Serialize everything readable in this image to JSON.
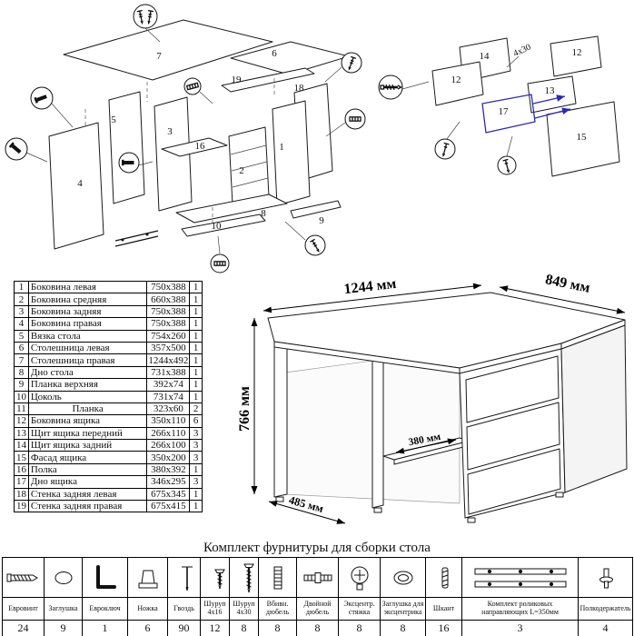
{
  "sheet": {
    "hardware_title": "Комплект фурнитуры для сборки стола"
  },
  "parts_table": {
    "rows": [
      [
        "1",
        "Боковина левая",
        "750x388",
        "1"
      ],
      [
        "2",
        "Боковина средняя",
        "660x388",
        "1"
      ],
      [
        "3",
        "Боковина задняя",
        "750x388",
        "1"
      ],
      [
        "4",
        "Боковина правая",
        "750x388",
        "1"
      ],
      [
        "5",
        "Вязка стола",
        "754x260",
        "1"
      ],
      [
        "6",
        "Столешница левая",
        "357x500",
        "1"
      ],
      [
        "7",
        "Столешница правая",
        "1244x492",
        "1"
      ],
      [
        "8",
        "Дно стола",
        "731x388",
        "1"
      ],
      [
        "9",
        "Планка верхняя",
        "392x74",
        "1"
      ],
      [
        "10",
        "Цоколь",
        "731x74",
        "1"
      ],
      [
        "11",
        "Планка",
        "323x60",
        "2"
      ],
      [
        "12",
        "Боковина ящика",
        "350x110",
        "6"
      ],
      [
        "13",
        "Щит ящика передний",
        "266x110",
        "3"
      ],
      [
        "14",
        "Щит ящика задний",
        "266x100",
        "3"
      ],
      [
        "15",
        "Фасад ящика",
        "350x200",
        "3"
      ],
      [
        "16",
        "Полка",
        "380x392",
        "1"
      ],
      [
        "17",
        "Дно ящика",
        "346x295",
        "3"
      ],
      [
        "18",
        "Стенка задняя левая",
        "675x345",
        "1"
      ],
      [
        "19",
        "Стенка задняя правая",
        "675x415",
        "1"
      ]
    ]
  },
  "dimensions": {
    "top_width": "1244 мм",
    "right_depth": "849 мм",
    "height": "766 мм",
    "shelf_depth": "380 мм",
    "left_depth": "485 мм"
  },
  "assembly_labels": {
    "p1": "1",
    "p2": "2",
    "p3": "3",
    "p4": "4",
    "p5": "5",
    "p6": "6",
    "p7": "7",
    "p8": "8",
    "p9": "9",
    "p10": "10",
    "p16": "16",
    "p18": "18",
    "p19": "19"
  },
  "drawer_labels": {
    "p12a": "12",
    "p12b": "12",
    "p13": "13",
    "p14": "14",
    "p15": "15",
    "p17": "17",
    "screw_note": "4x30"
  },
  "hardware_items": [
    {
      "icon": "euro-screw",
      "name": "Евровинт",
      "qty": "24"
    },
    {
      "icon": "plug",
      "name": "Заглушка",
      "qty": "9"
    },
    {
      "icon": "hex-key",
      "name": "Евроключ",
      "qty": "1"
    },
    {
      "icon": "leg",
      "name": "Ножка",
      "qty": "6"
    },
    {
      "icon": "nail",
      "name": "Гвоздь",
      "qty": "90"
    },
    {
      "icon": "screw-4x16",
      "name": "Шуруп 4x16",
      "qty": "12"
    },
    {
      "icon": "screw-4x30",
      "name": "Шуруп 4x30",
      "qty": "8"
    },
    {
      "icon": "drive-dowel",
      "name": "Вбивн. дюбель",
      "qty": "8"
    },
    {
      "icon": "double-dowel",
      "name": "Двойной дюбель",
      "qty": "8"
    },
    {
      "icon": "cam-lock",
      "name": "Эксцентр. стяжка",
      "qty": "8"
    },
    {
      "icon": "cam-plug",
      "name": "Заглушка для эксцентрика",
      "qty": "8"
    },
    {
      "icon": "shkant",
      "name": "Шкант",
      "qty": "16"
    },
    {
      "icon": "roller-guides",
      "name": "Комплект роликовых направляющих L=350мм",
      "qty": "3"
    },
    {
      "icon": "shelf-pin",
      "name": "Полкодержатель",
      "qty": "4"
    }
  ]
}
